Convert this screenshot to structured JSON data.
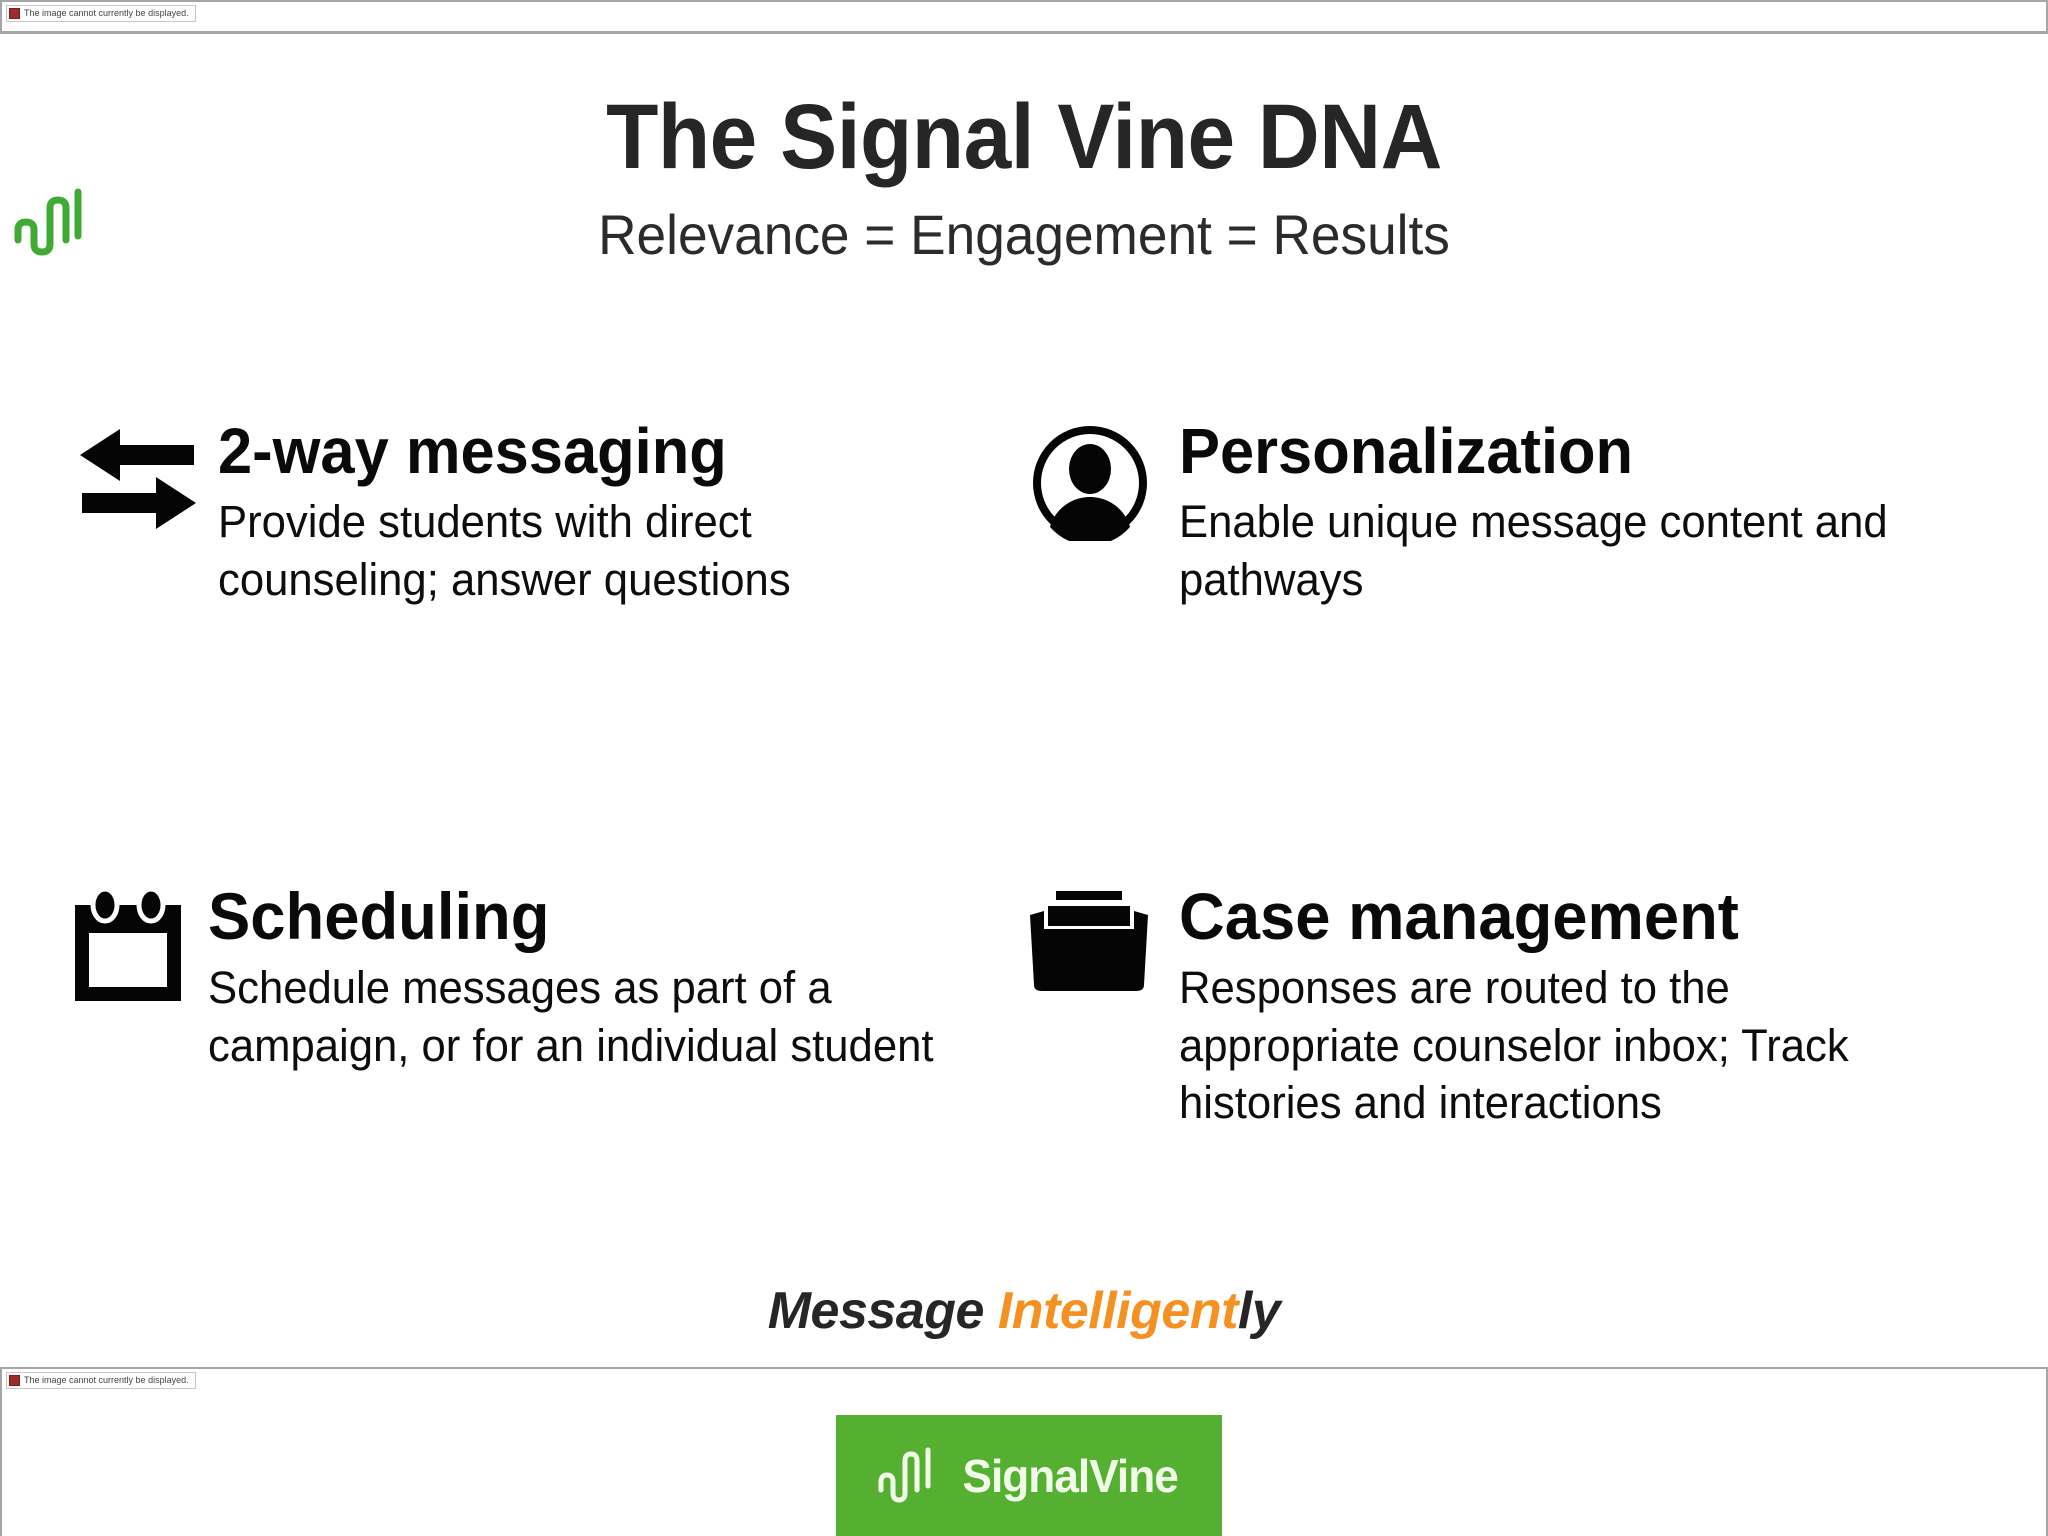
{
  "placeholders": {
    "top_message": "The image cannot currently be displayed.",
    "bottom_message": "The image cannot currently be displayed."
  },
  "slide": {
    "title": "The Signal Vine DNA",
    "subtitle": "Relevance = Engagement = Results",
    "corner_logo_icon": "signal-wave-icon",
    "features": [
      {
        "icon": "two-way-arrows-icon",
        "title": "2-way messaging",
        "description": "Provide students with direct counseling; answer questions"
      },
      {
        "icon": "person-circle-icon",
        "title": "Personalization",
        "description": "Enable unique message content and pathways"
      },
      {
        "icon": "calendar-icon",
        "title": "Scheduling",
        "description": "Schedule messages as part of a campaign, or for an individual student"
      },
      {
        "icon": "folder-icon",
        "title": "Case management",
        "description": "Responses are routed to the appropriate counselor inbox; Track histories and interactions"
      }
    ],
    "tagline": {
      "lead": "Message ",
      "accent": "Intelligent",
      "trail": "ly"
    }
  },
  "footer": {
    "logo_wordmark": "SignalVine",
    "logo_icon": "signal-wave-icon"
  },
  "colors": {
    "brand_green": "#55b031",
    "accent_orange": "#f59120",
    "logo_mark_green": "#3faa34",
    "title_gray": "#262626",
    "body_black": "#0d0d0d",
    "placeholder_border": "#a6a6a6"
  }
}
